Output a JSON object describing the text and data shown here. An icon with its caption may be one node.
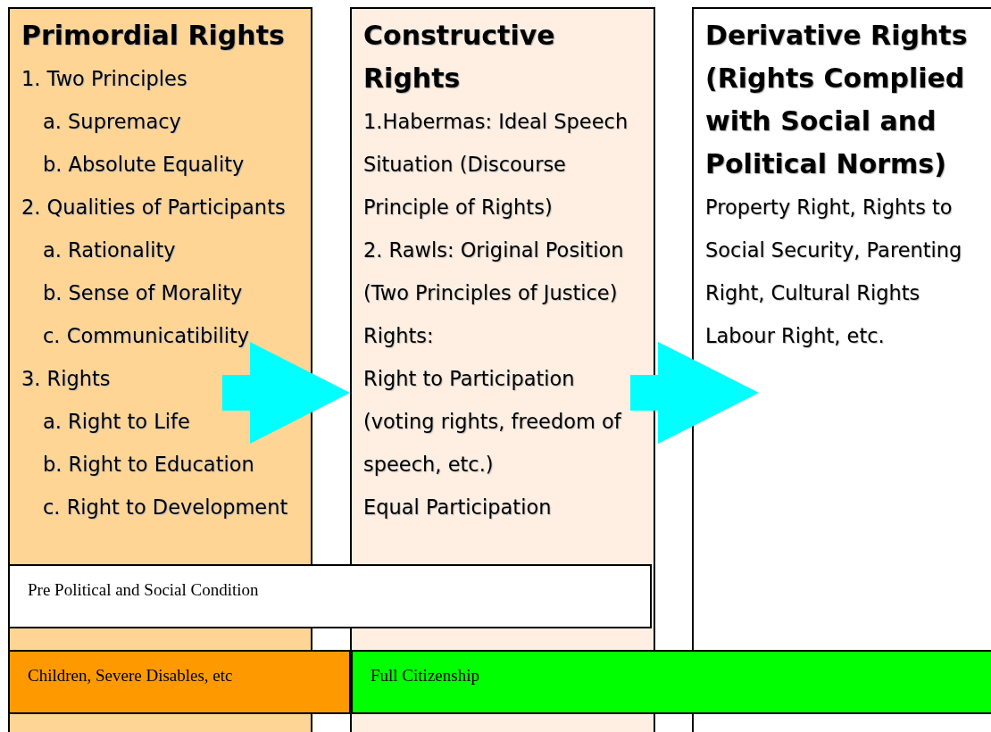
{
  "diagram": {
    "nodes": [
      {
        "text": [
          "Primordial Rights",
          "1. Two Principles",
          "a. Supremacy",
          "b. Absolute Equality",
          "2. Qualities of Participants",
          "a. Rationality",
          "b. Sense of Morality",
          "c. Communicatibility",
          "3. Rights",
          "a. Right to Life",
          "b. Right to Education",
          "c. Right to Development"
        ]
      },
      {
        "text": [
          "Constructive Rights",
          "1.Habermas: Ideal Speech Situation (Discourse Principle of Rights)",
          "2. Rawls: Original Position (Two Principles of Justice)",
          "Rights:",
          "Right to Participation (voting rights, freedom of speech, etc.)",
          "Equal Participation"
        ]
      },
      {
        "text": [
          "Derivative Rights (Rights Complied with Social and Political Norms)",
          "Property Right, Rights to Social Security, Parenting Right, Cultural Rights",
          "Labour Right, etc."
        ]
      },
      {
        "text": [
          "Pre Political and Social Condition"
        ]
      },
      {
        "text": [
          "Children, Severe Disables, etc"
        ]
      },
      {
        "text": [
          "Full Citizenship"
        ]
      }
    ],
    "edges": [
      {
        "from": 0,
        "to": 1,
        "arrow": "to",
        "style": "thick",
        "color": "#00ffff"
      },
      {
        "from": 1,
        "to": 2,
        "arrow": "to",
        "style": "thick",
        "color": "#00ffff"
      }
    ]
  }
}
